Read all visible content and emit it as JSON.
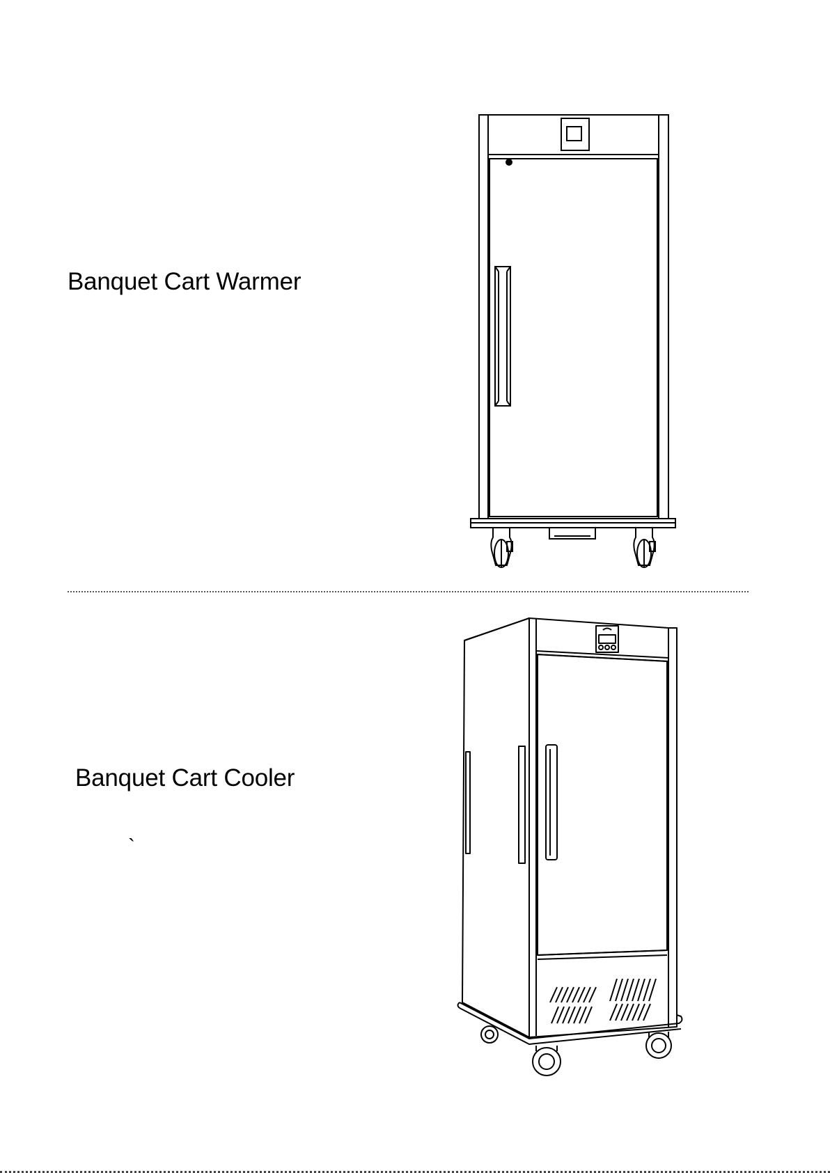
{
  "products": [
    {
      "name": "Banquet Cart Warmer",
      "view": "front"
    },
    {
      "name": "Banquet Cart Cooler",
      "view": "perspective"
    }
  ],
  "stray_mark": "`"
}
